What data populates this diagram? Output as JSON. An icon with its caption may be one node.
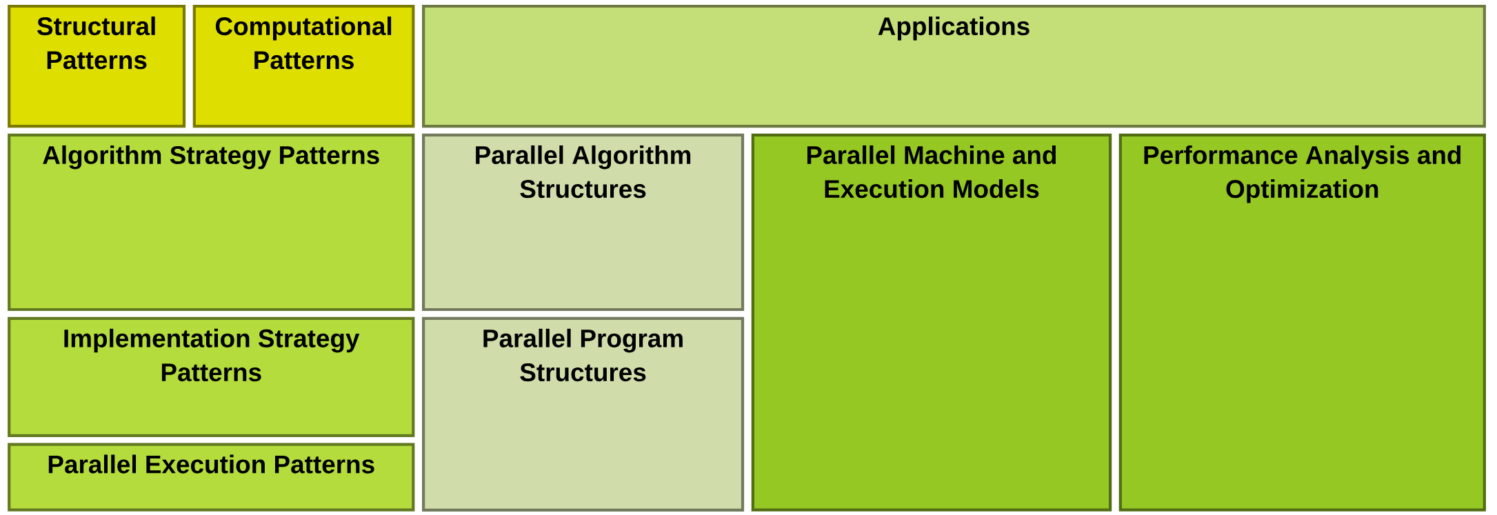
{
  "diagram": {
    "nodes": [
      {
        "text": [
          "Structural Patterns"
        ]
      },
      {
        "text": [
          "Computational Patterns"
        ]
      },
      {
        "text": [
          "Applications"
        ]
      },
      {
        "text": [
          "Algorithm Strategy Patterns"
        ]
      },
      {
        "text": [
          "Parallel Algorithm Structures"
        ]
      },
      {
        "text": [
          "Parallel Machine and Execution Models"
        ]
      },
      {
        "text": [
          "Performance Analysis and Optimization"
        ]
      },
      {
        "text": [
          "Implementation Strategy Patterns"
        ]
      },
      {
        "text": [
          "Parallel Program Structures"
        ]
      },
      {
        "text": [
          "Parallel Execution Patterns"
        ]
      }
    ]
  }
}
